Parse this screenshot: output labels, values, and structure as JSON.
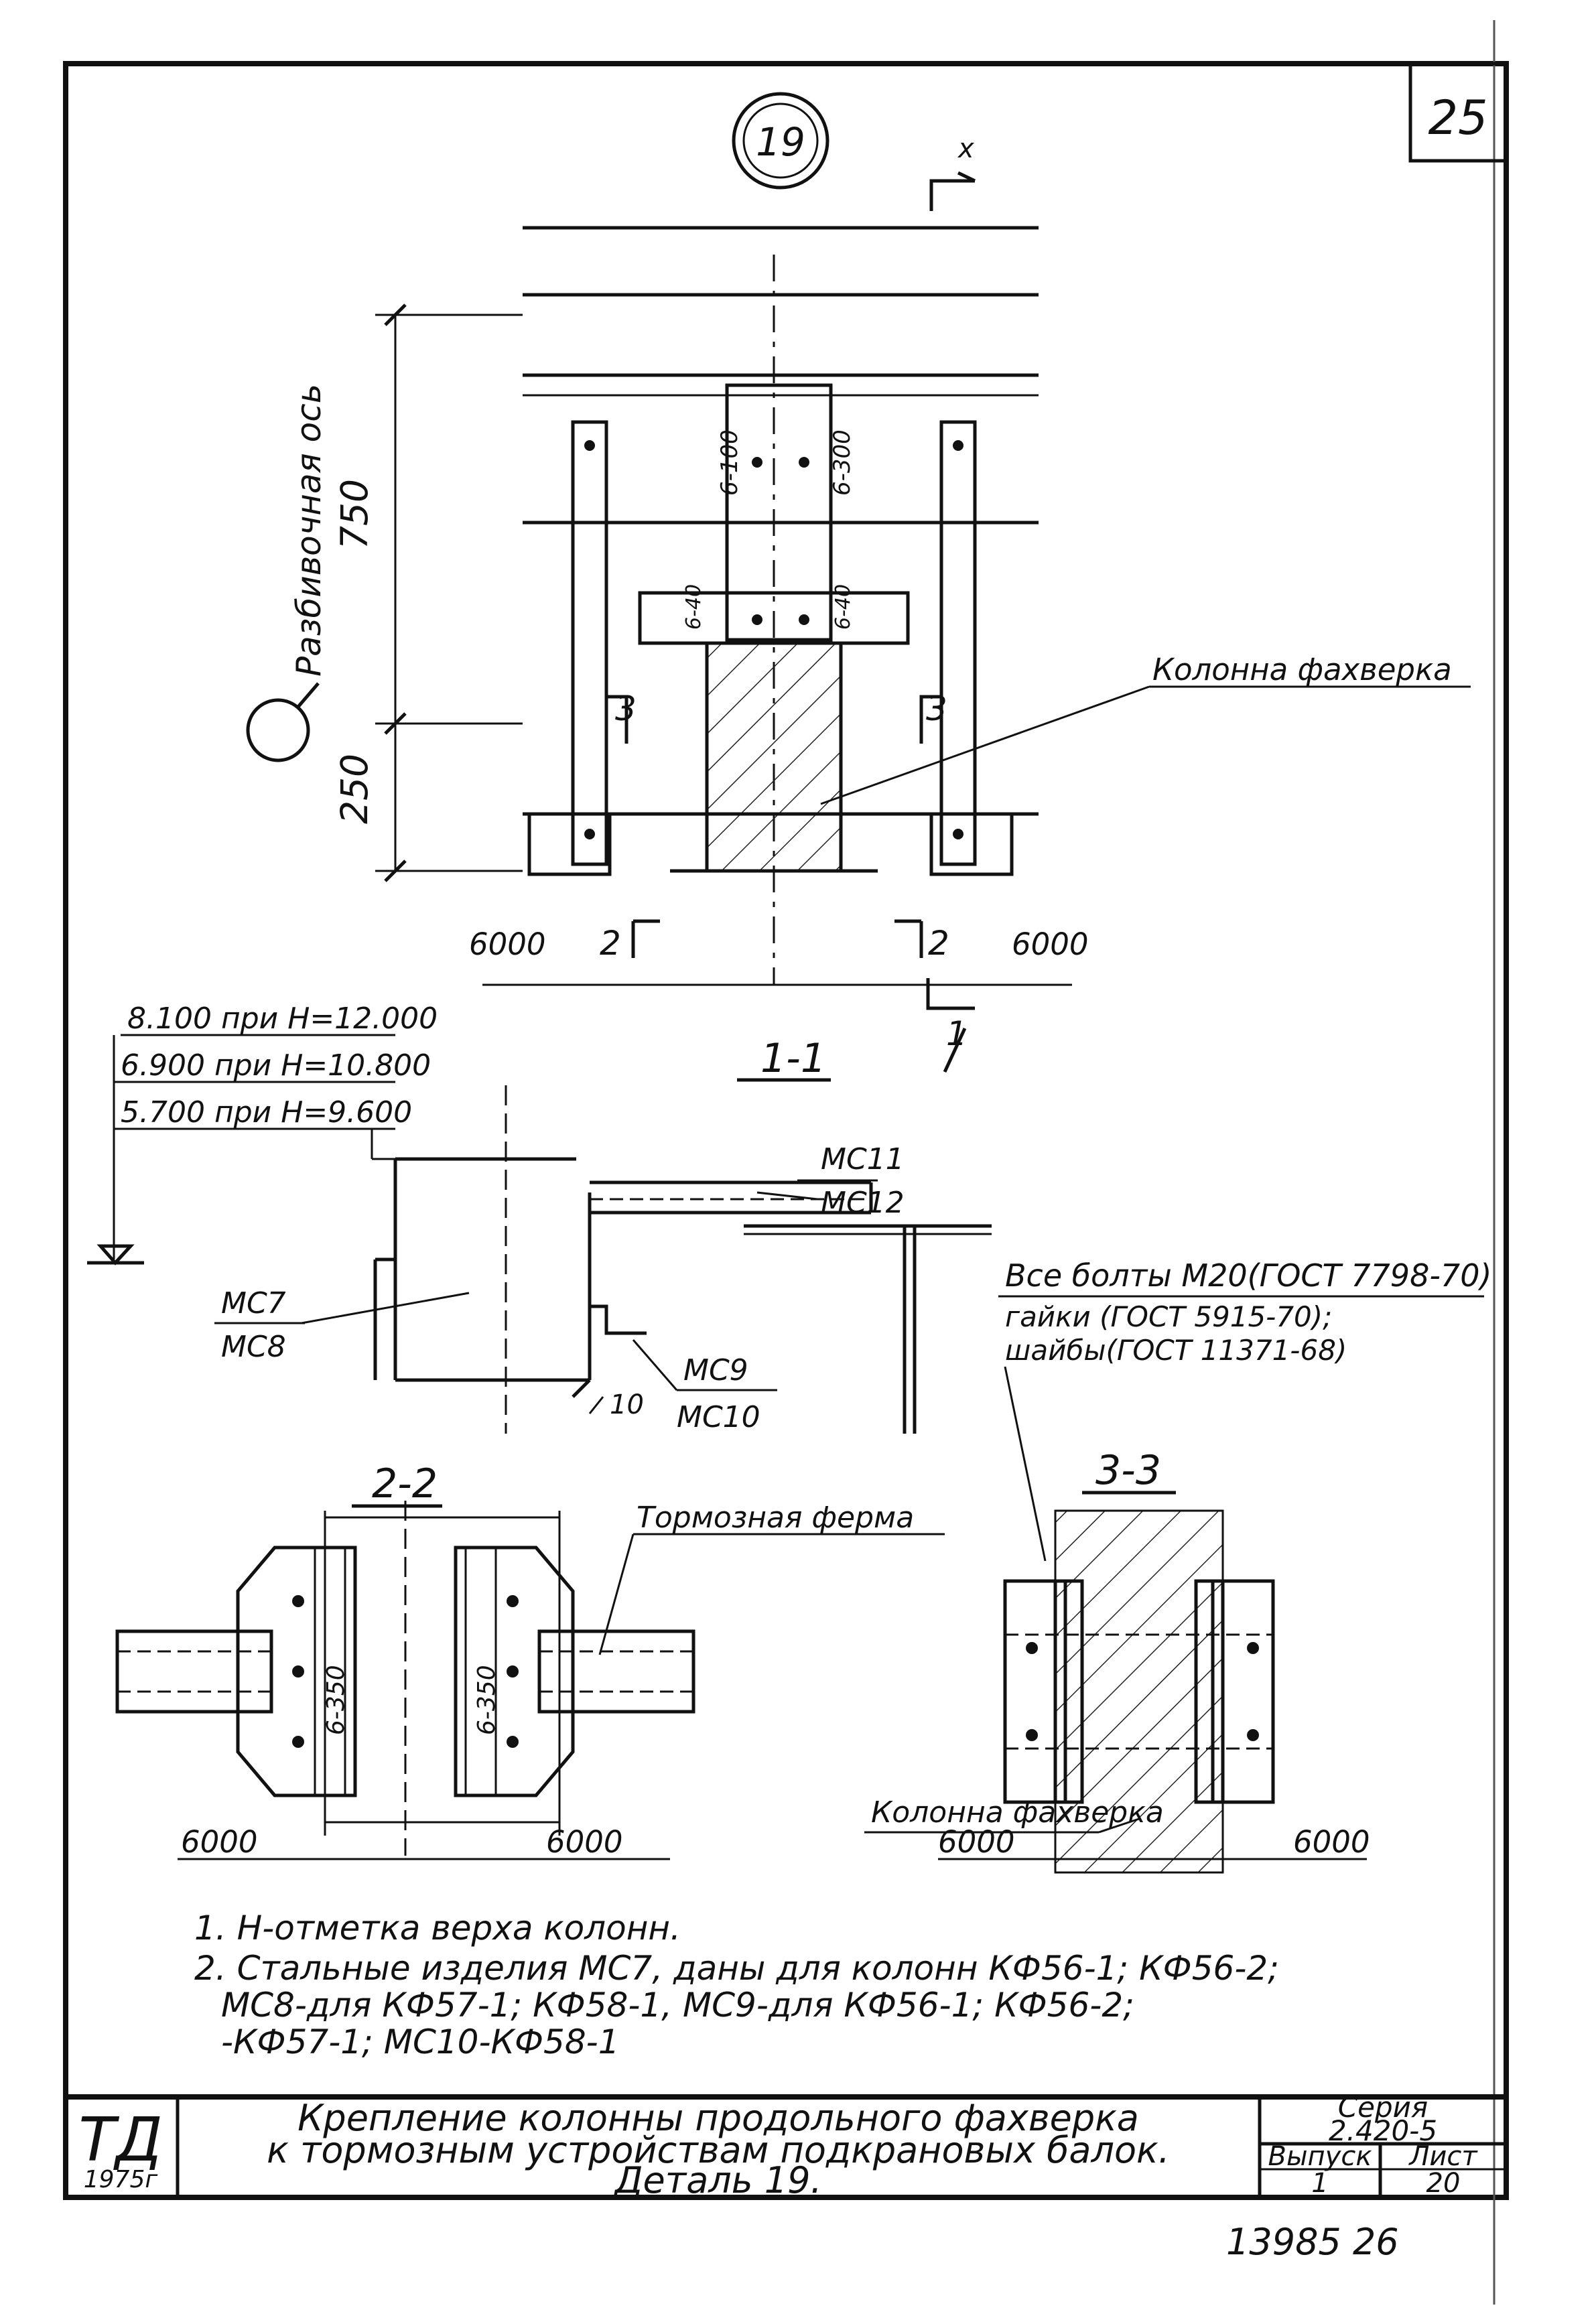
{
  "sheet": {
    "corner_number": "25",
    "detail_marker": "19",
    "axis_label": "Разбивочная ось",
    "bottom_numbers": "13985  26"
  },
  "detail_19": {
    "dim_750": "750",
    "dim_250": "250",
    "weld_6_100": "6-100",
    "weld_6_300": "6-300",
    "weld_6_40_left": "6-40",
    "weld_6_40_right": "6-40",
    "section_3": "3",
    "section_2": "2",
    "section_1": "1",
    "axis_mark_x": "x",
    "span_left": "6000",
    "span_right": "6000",
    "label_column": "Колонна фахверка"
  },
  "section_1_1": {
    "title": "1-1",
    "elev_1": "8.100 при H=12.000",
    "elev_2": "6.900 при H=10.800",
    "elev_3": "5.700 при H=9.600",
    "part_mc11": "МС11",
    "part_mc12": "МС12",
    "part_mc7": "МС7",
    "part_mc8": "МС8",
    "part_mc9": "МС9",
    "part_mc10": "МС10",
    "dim_10": "10"
  },
  "bolts_note": {
    "line1": "Все болты М20(ГОСТ 7798-70)",
    "line2": "гайки (ГОСТ 5915-70);",
    "line3": "шайбы(ГОСТ 11371-68)"
  },
  "section_2_2": {
    "title": "2-2",
    "label_truss": "Тормозная ферма",
    "weld_6_350_left": "6-350",
    "weld_6_350_right": "6-350",
    "span_left": "6000",
    "span_right": "6000"
  },
  "section_3_3": {
    "title": "3-3",
    "label_column": "Колонна фахверка",
    "span_left": "6000",
    "span_right": "6000"
  },
  "notes": [
    "1. Н-отметка верха колонн.",
    "2. Стальные изделия МС7, даны для колонн КФ56-1; КФ56-2;",
    "МС8-для КФ57-1; КФ58-1, МС9-для КФ56-1; КФ56-2;",
    "-КФ57-1; МС10-КФ58-1"
  ],
  "title_block": {
    "logo": "ТД",
    "year": "1975г",
    "title_line1": "Крепление колонны продольного фахверка",
    "title_line2": "к тормозным устройствам подкрановых балок.",
    "title_line3": "Деталь 19.",
    "series_label": "Серия",
    "series_value": "2.420-5",
    "issue_label": "Выпуск",
    "issue_value": "1",
    "sheet_label": "Лист",
    "sheet_value": "20"
  }
}
